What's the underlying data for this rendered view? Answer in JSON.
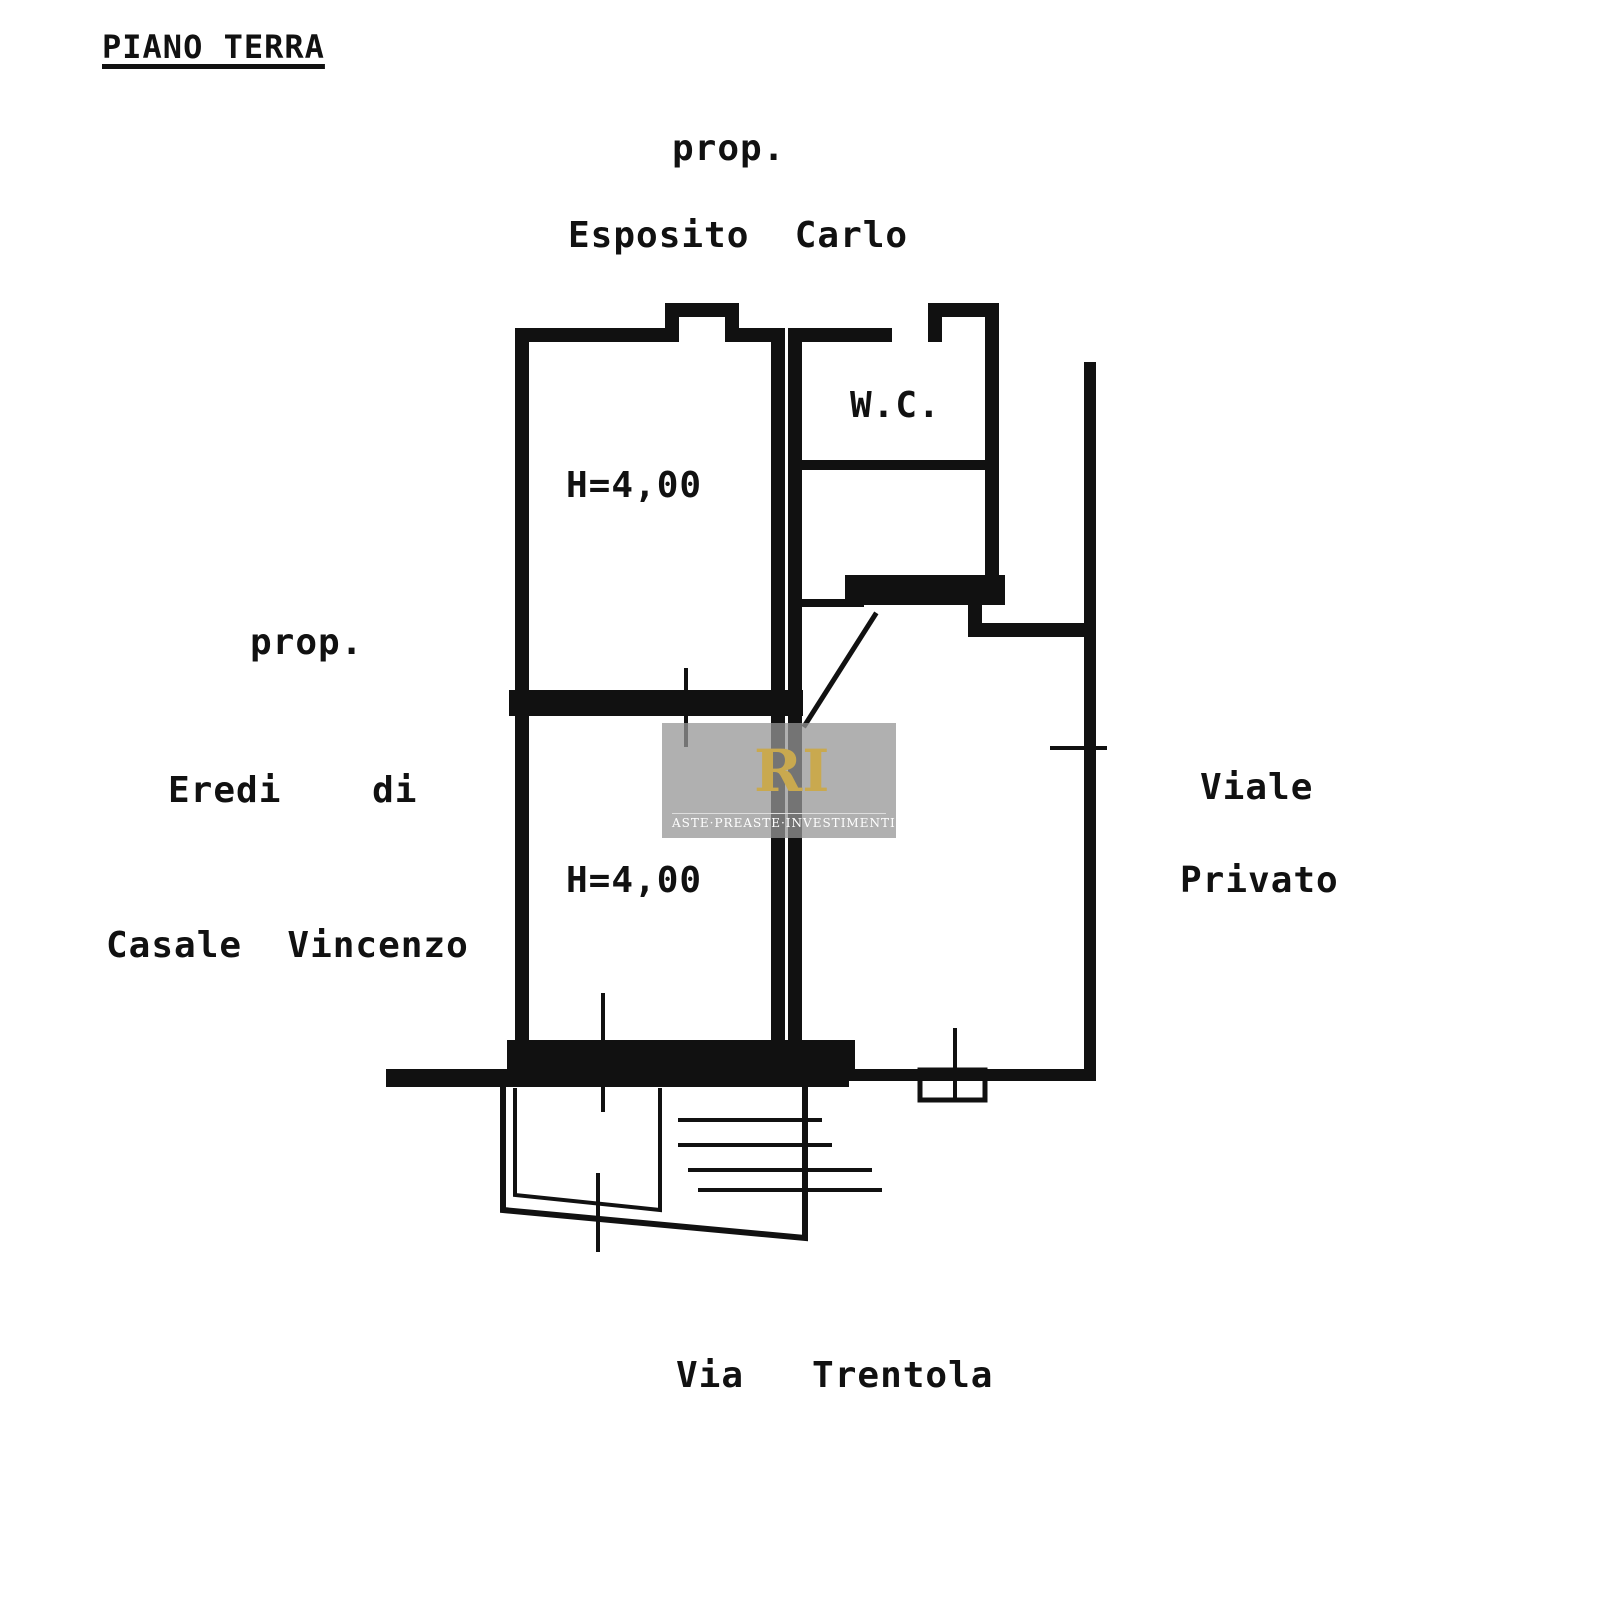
{
  "title": "PIANO TERRA",
  "labels": {
    "north_1": "prop.",
    "north_2": "Esposito  Carlo",
    "west_1": "prop.",
    "west_2": "Eredi    di",
    "west_3": "Casale  Vincenzo",
    "east_1": "Viale",
    "east_2": "Privato",
    "south": "Via   Trentola"
  },
  "rooms": {
    "wc": "W.C.",
    "room_upper_height": "H=4,00",
    "room_lower_height": "H=4,00"
  },
  "watermark": {
    "logo": "RI",
    "text": "ASTE·PREASTE·INVESTIMENTI"
  }
}
